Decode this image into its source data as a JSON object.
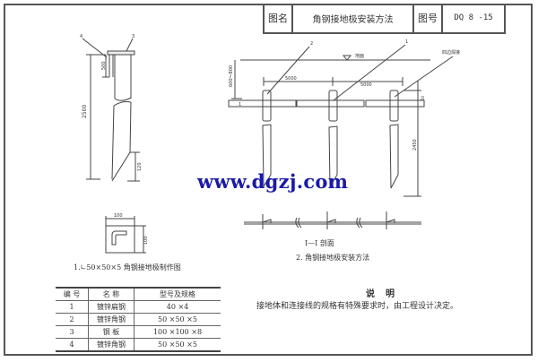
{
  "title_block": {
    "name_label": "图名",
    "title": "角钢接地极安装方法",
    "number_label": "图号",
    "number": "DQ 8 -15"
  },
  "figure1": {
    "callouts": [
      "4",
      "3"
    ],
    "dim_total": "2500",
    "dim_top": "500",
    "dim_bottom": "120",
    "plate_width": "100",
    "plate_height": "100",
    "caption": "1.∟50×50×5 角钢接地极制作图"
  },
  "figure2": {
    "callouts": [
      "2",
      "1"
    ],
    "ground_label": "地面",
    "weld_label": "四边焊接",
    "dim_depth": "600～800",
    "dim_spacing_1": "5000",
    "dim_spacing_2": "5000",
    "dim_length": "2450",
    "dim_offset": "50",
    "section_mark": "1",
    "section_caption": "I—I 剖面",
    "caption": "2. 角钢接地极安装方法"
  },
  "watermark": "www.dgzj.com",
  "parts_table": {
    "headers": [
      "编 号",
      "名 称",
      "型号及规格"
    ],
    "rows": [
      [
        "1",
        "镀锌扁钢",
        "40 ×4"
      ],
      [
        "2",
        "镀锌角钢",
        "50 ×50 ×5"
      ],
      [
        "3",
        "钢 板",
        "100 ×100 ×8"
      ],
      [
        "4",
        "镀锌角钢",
        "50 ×50 ×5"
      ]
    ]
  },
  "notes": {
    "title": "说明",
    "body": "接地体和连接线的规格有特殊要求时，由工程设计决定。"
  }
}
